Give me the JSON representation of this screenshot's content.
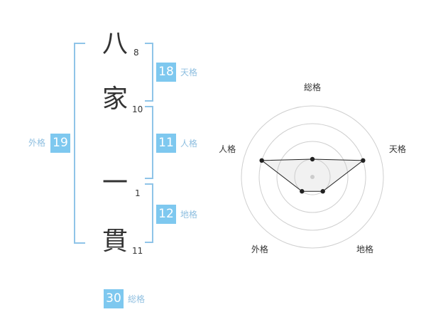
{
  "name_chars": [
    {
      "char": "八",
      "strokes": "8"
    },
    {
      "char": "家",
      "strokes": "10"
    },
    {
      "char": "一",
      "strokes": "1"
    },
    {
      "char": "貫",
      "strokes": "11"
    }
  ],
  "fortunes": {
    "tenkaku": {
      "value": "18",
      "label": "天格"
    },
    "jinkaku": {
      "value": "11",
      "label": "人格"
    },
    "chikaku": {
      "value": "12",
      "label": "地格"
    },
    "gaikaku": {
      "value": "19",
      "label": "外格"
    },
    "soukaku": {
      "value": "30",
      "label": "総格"
    }
  },
  "colors": {
    "accent": "#7ec8ef",
    "label": "#8fbfe0",
    "bracket": "#8fc4e8"
  },
  "chart_data": {
    "type": "radar",
    "axes": [
      "総格",
      "天格",
      "地格",
      "外格",
      "人格"
    ],
    "rings": 4,
    "max": 4,
    "values": [
      1,
      3,
      1,
      1,
      3
    ]
  }
}
